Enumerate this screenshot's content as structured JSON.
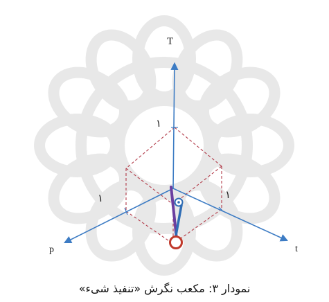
{
  "diagram": {
    "axis_labels": {
      "top": "T",
      "left": "p",
      "right": "t"
    },
    "unit_labels": {
      "vertical": "۱",
      "left": "۱",
      "right": "۱"
    },
    "caption": "نمودار ۳: مکعب نگرش «تنفیذ شیء»",
    "colors": {
      "axis": "#3d7cc4",
      "cube": "#b23a48",
      "watermark": "#e9e9e9",
      "vector_purple": "#6b3fa0",
      "vector_blue": "#2f6db5",
      "origin_circle": "#c0392b"
    }
  }
}
